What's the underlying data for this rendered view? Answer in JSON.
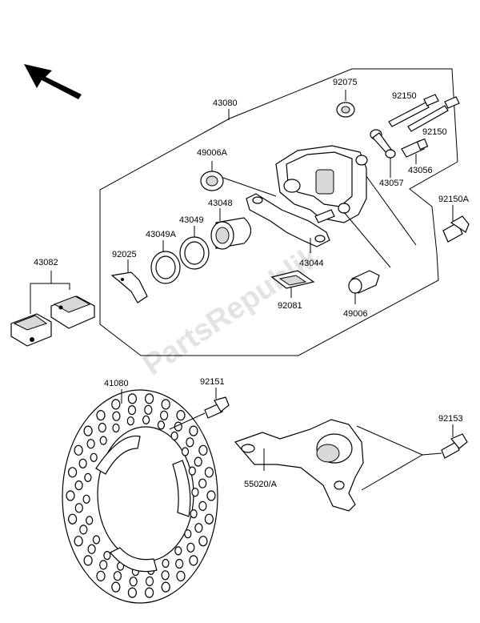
{
  "labels": {
    "p92075": "92075",
    "p43080": "43080",
    "p92150a": "92150",
    "p92150b": "92150",
    "p49006a": "49006A",
    "p43057": "43057",
    "p43056": "43056",
    "p92150A": "92150A",
    "p43048": "43048",
    "p43049": "43049",
    "p43049a": "43049A",
    "p92025": "92025",
    "p43044": "43044",
    "p43082": "43082",
    "p92081": "92081",
    "p49006": "49006",
    "p41080": "41080",
    "p92151": "92151",
    "p92153": "92153",
    "p55020": "55020/A"
  },
  "watermark": "PartsRepublik",
  "colors": {
    "line": "#000000",
    "shade": "#d8d8d8",
    "watermark": "#e3e3e3"
  },
  "icons": {
    "direction": "front-direction-arrow-icon"
  }
}
